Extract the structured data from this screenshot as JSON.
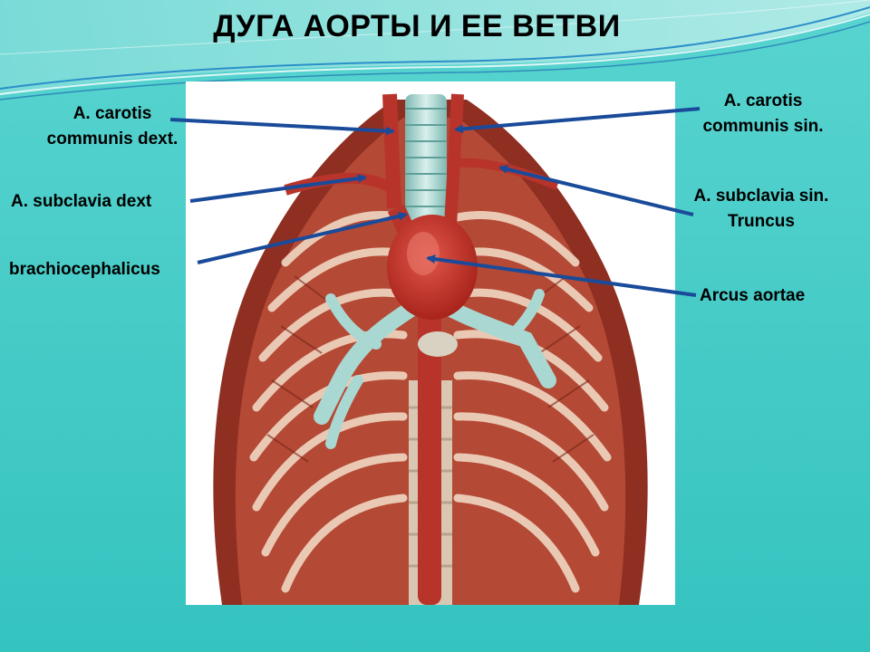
{
  "slide": {
    "title": "ДУГА АОРТЫ И ЕЕ ВЕТВИ",
    "colors": {
      "background": "#3fc9c5",
      "arrow": "#1a4b9a",
      "aorta": "#c0392b",
      "trachea": "#9fd6d0"
    }
  },
  "labels": {
    "carotis_dext_line1": "A. carotis",
    "carotis_dext_line2": "communis dext.",
    "carotis_sin_line1": "A. carotis",
    "carotis_sin_line2": "communis sin.",
    "subclavia_dext": "A. subclavia dext",
    "subclavia_sin_line1": "A. subclavia sin.",
    "subclavia_sin_line2": "Truncus",
    "brachiocephalicus": "brachiocephalicus",
    "arcus_aortae": "Arcus aortae"
  },
  "illustration": {
    "subject": "thorax-anatomy-illustration"
  }
}
